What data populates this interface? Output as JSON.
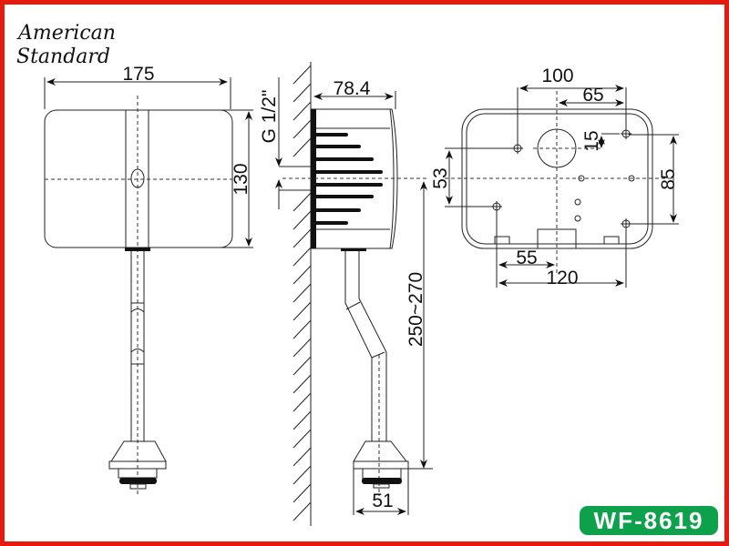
{
  "brand": {
    "line1": "American",
    "line2": "Standard"
  },
  "model": "WF-8619",
  "colors": {
    "border": "#e8190f",
    "badge": "#0da14b"
  },
  "front_view": {
    "width_label": "175",
    "height_label": "130"
  },
  "side_view": {
    "depth_label": "78.4",
    "thread_label": "G 1/2\"",
    "length_label": "250~270",
    "base_label": "51"
  },
  "rear_view": {
    "d100": "100",
    "d65": "65",
    "d15": "15",
    "d53": "53",
    "d85": "85",
    "d55": "55",
    "d120": "120"
  }
}
